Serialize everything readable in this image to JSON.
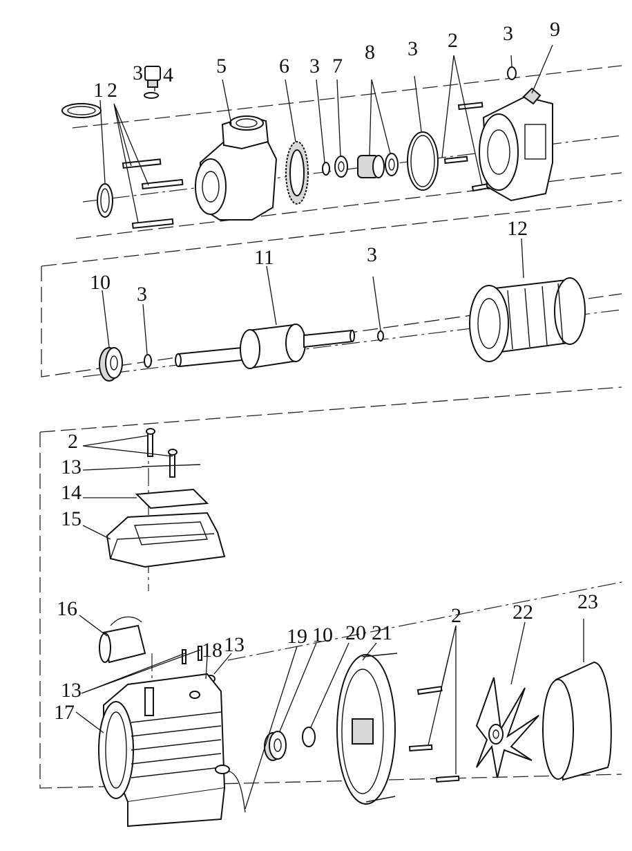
{
  "labels": [
    {
      "id": "l1a",
      "text": "1"
    },
    {
      "id": "l2a",
      "text": "2"
    },
    {
      "id": "l3a",
      "text": "3"
    },
    {
      "id": "l4",
      "text": "4"
    },
    {
      "id": "l5",
      "text": "5"
    },
    {
      "id": "l6",
      "text": "6"
    },
    {
      "id": "l3b",
      "text": "3"
    },
    {
      "id": "l7",
      "text": "7"
    },
    {
      "id": "l8",
      "text": "8"
    },
    {
      "id": "l3c",
      "text": "3"
    },
    {
      "id": "l2b",
      "text": "2"
    },
    {
      "id": "l3d",
      "text": "3"
    },
    {
      "id": "l9",
      "text": "9"
    },
    {
      "id": "l12",
      "text": "12"
    },
    {
      "id": "l11",
      "text": "11"
    },
    {
      "id": "l3e",
      "text": "3"
    },
    {
      "id": "l10a",
      "text": "10"
    },
    {
      "id": "l3f",
      "text": "3"
    },
    {
      "id": "l2c",
      "text": "2"
    },
    {
      "id": "l13a",
      "text": "13"
    },
    {
      "id": "l14",
      "text": "14"
    },
    {
      "id": "l15",
      "text": "15"
    },
    {
      "id": "l16",
      "text": "16"
    },
    {
      "id": "l19",
      "text": "19"
    },
    {
      "id": "l10b",
      "text": "10"
    },
    {
      "id": "l20",
      "text": "20"
    },
    {
      "id": "l21",
      "text": "21"
    },
    {
      "id": "l2d",
      "text": "2"
    },
    {
      "id": "l22",
      "text": "22"
    },
    {
      "id": "l23",
      "text": "23"
    },
    {
      "id": "l18",
      "text": "18"
    },
    {
      "id": "l13b",
      "text": "13"
    },
    {
      "id": "l13c",
      "text": "13"
    },
    {
      "id": "l17",
      "text": "17"
    }
  ]
}
